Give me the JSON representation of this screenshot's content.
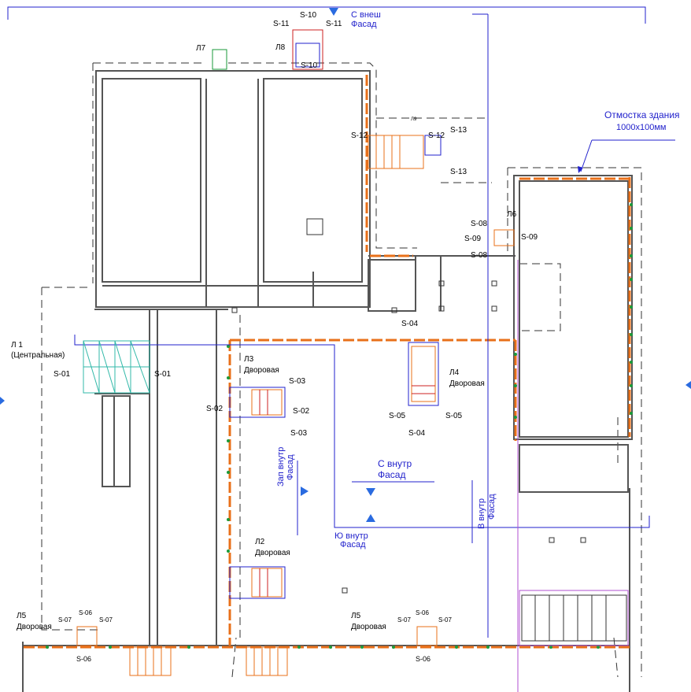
{
  "facades": {
    "north_ext_1": "С внеш",
    "north_ext_2": "Фасад",
    "north_int_1": "С внутр",
    "north_int_2": "Фасад",
    "south_int_1": "Ю внутр",
    "south_int_2": "Фасад",
    "west_int_1": "Зап внутр",
    "west_int_2": "Фасад",
    "east_int_1": "В внутр",
    "east_int_2": "Фасад"
  },
  "notes": {
    "blind_area_1": "Отмостка здания",
    "blind_area_2": "1000х100мм"
  },
  "stairs": {
    "l1_1": "Л 1",
    "l1_2": "(Центральная)",
    "l2": "Л2",
    "l2_sub": "Дворовая",
    "l3": "Л3",
    "l3_sub": "Дворовая",
    "l4": "Л4",
    "l4_sub": "Дворовая",
    "l5a": "Л5",
    "l5a_sub": "Дворовая",
    "l5b": "Л5",
    "l5b_sub": "Дворовая",
    "l6": "Л6",
    "l7": "Л7",
    "l8": "Л8",
    "l9": "Л9"
  },
  "sections": {
    "s01": "S-01",
    "s02": "S-02",
    "s03": "S-03",
    "s04": "S-04",
    "s05": "S-05",
    "s06": "S-06",
    "s07": "S-07",
    "s08": "S-08",
    "s09": "S-09",
    "s10": "S-10",
    "s11": "S-11",
    "s12": "S-12",
    "s13": "S-13"
  },
  "colors": {
    "wall": "#555555",
    "orange": "#e8701a",
    "blue": "#2222cc",
    "green": "#1a9a3a",
    "magenta": "#b04fd0",
    "teal": "#30b8a8",
    "red": "#cc2020"
  }
}
